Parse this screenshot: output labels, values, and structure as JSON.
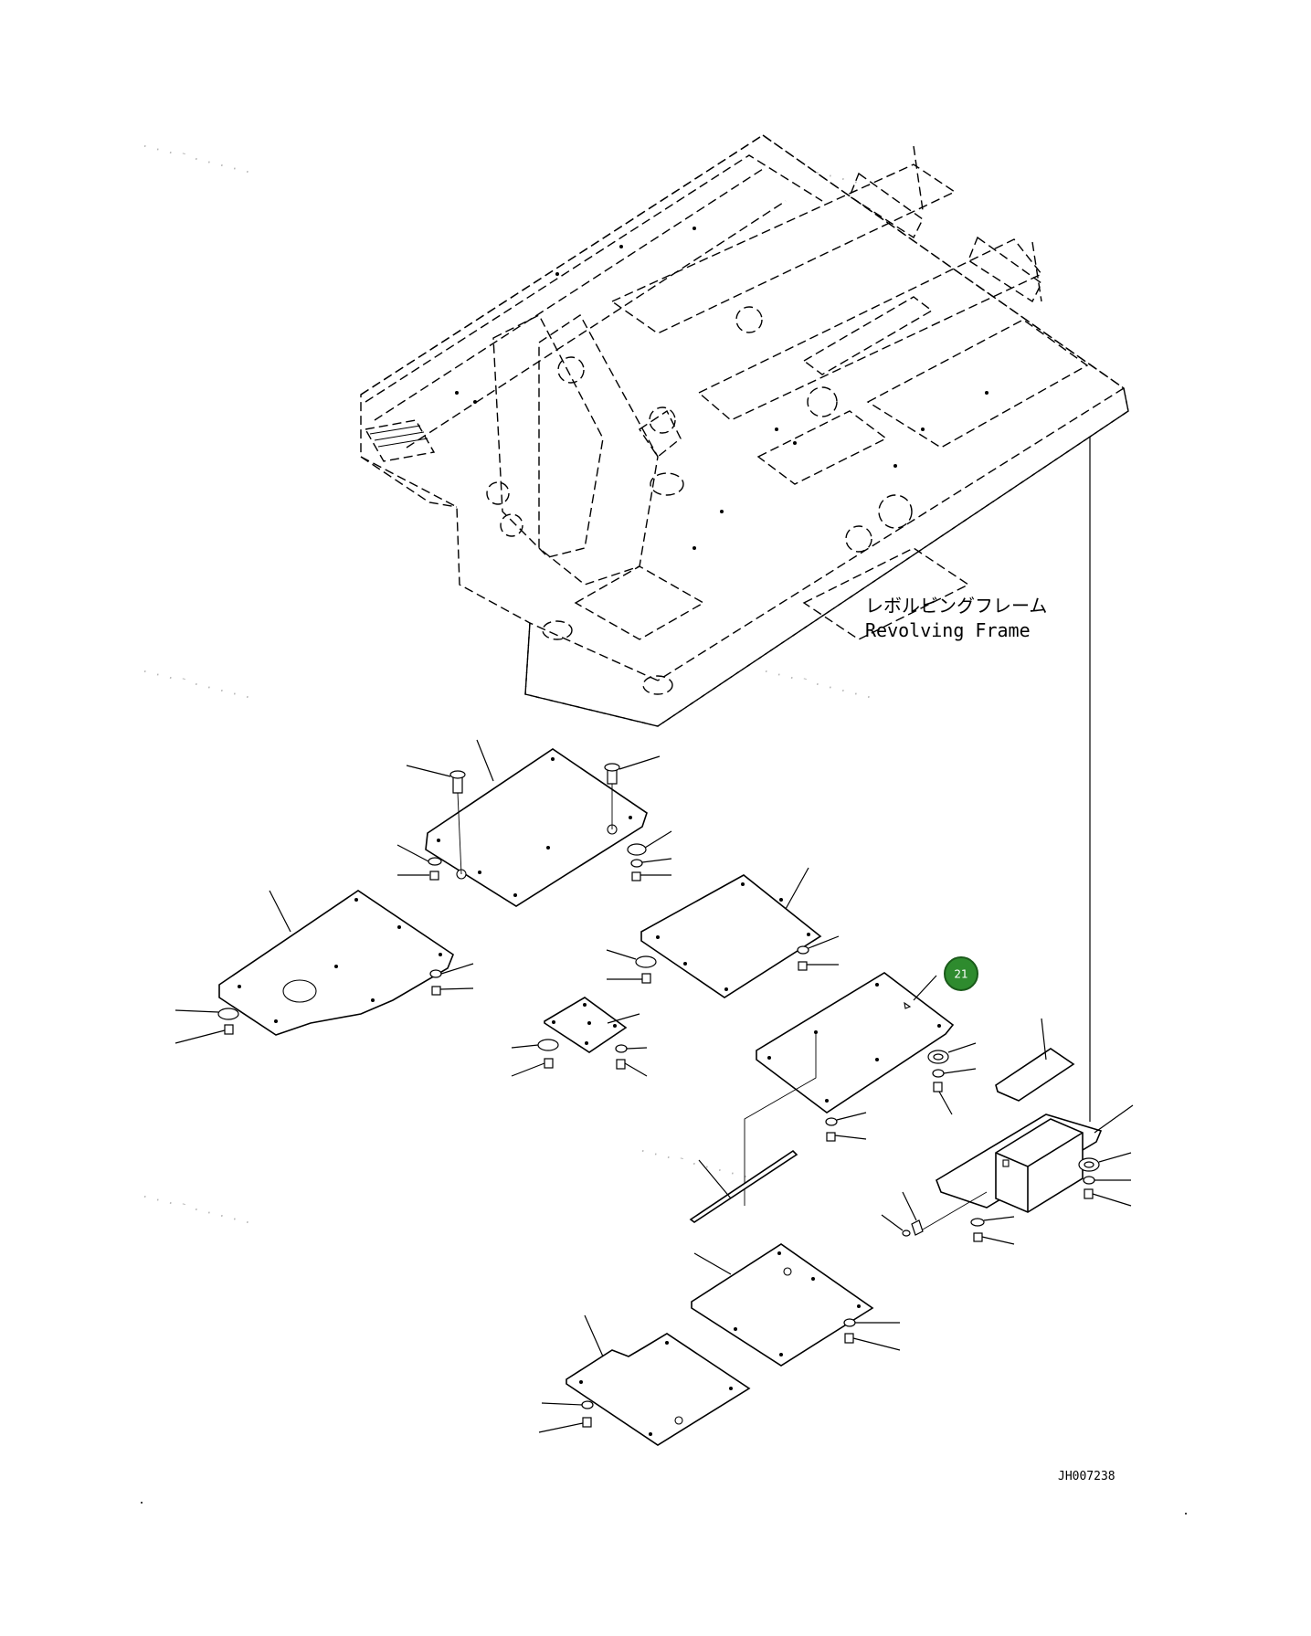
{
  "frame_label": {
    "jp": "レボルビングフレーム",
    "en": "Revolving Frame"
  },
  "callouts": [
    {
      "number": "21"
    }
  ],
  "drawing_code": "JH007238",
  "watermarks": [
    ". . . - . . . . .",
    ". . . - . . . . .",
    ". . . - . . . . .",
    ". . . - . . . . .",
    ". . . - . . . . .",
    ". . . - . . . . ."
  ],
  "colors": {
    "callout_fill": "#2e8b2e",
    "line": "#000000",
    "background": "#ffffff"
  }
}
